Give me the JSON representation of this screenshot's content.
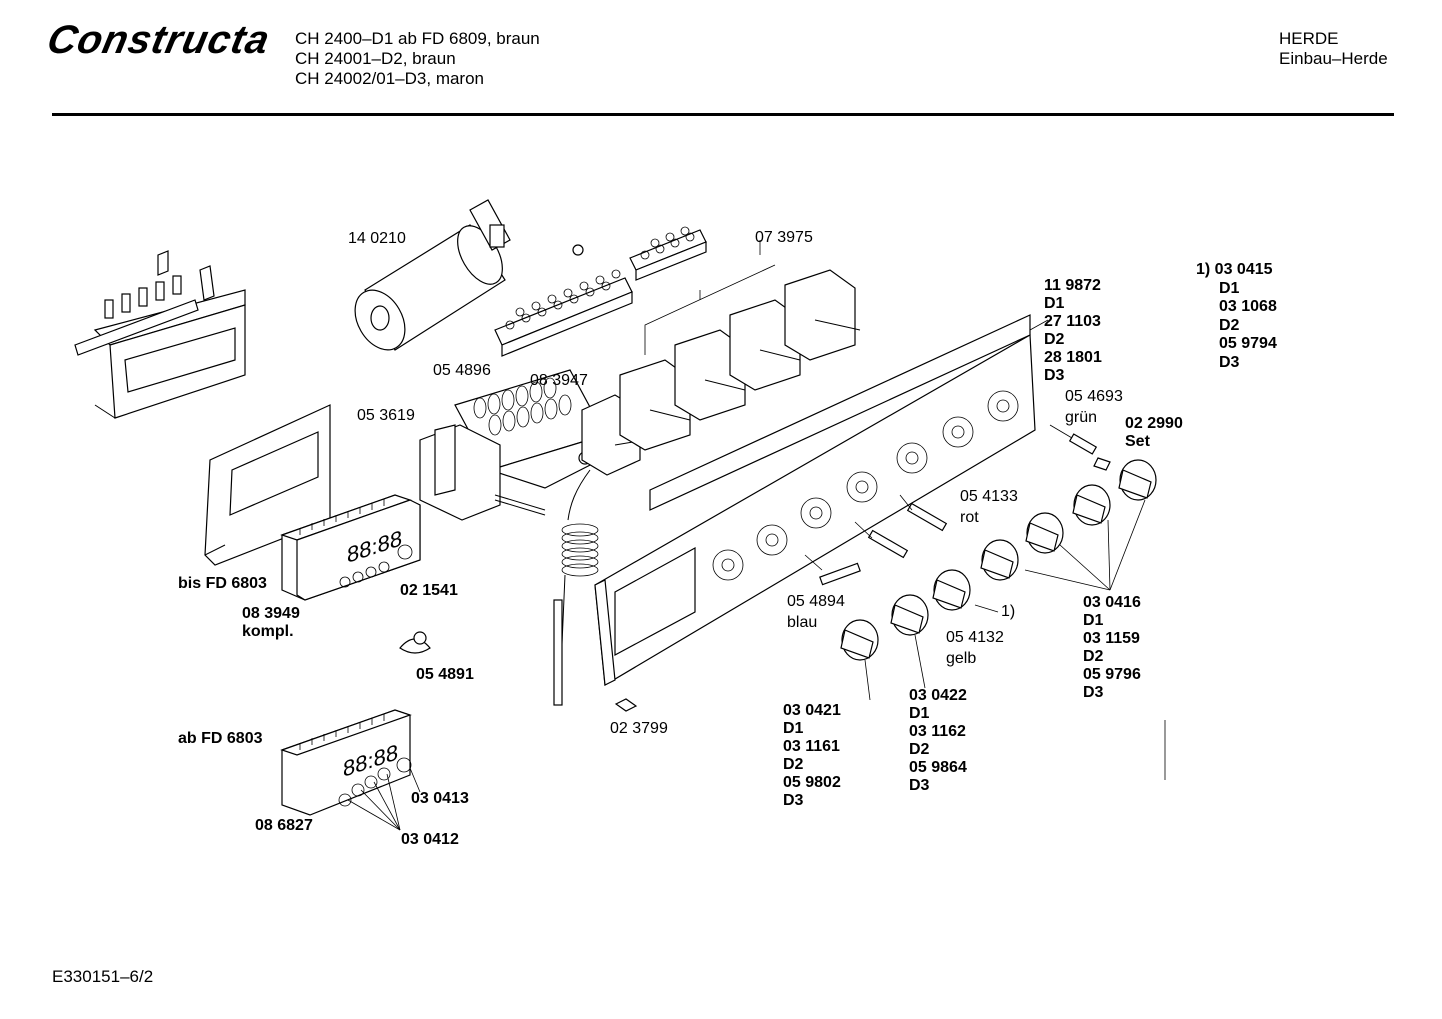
{
  "header": {
    "brand": "Constructa",
    "models": [
      "CH 2400–D1 ab FD 6809, braun",
      "CH 24001–D2, braun",
      "CH 24002/01–D3, maron"
    ],
    "category": "HERDE",
    "subcategory": "Einbau–Herde"
  },
  "footer": {
    "code": "E330151–6/2"
  },
  "labels": {
    "l140210": "14 0210",
    "l073975": "07 3975",
    "l054896": "05 4896",
    "l083947": "08 3947",
    "l053619": "05 3619",
    "l119872": [
      "11 9872",
      "D1",
      "27 1103",
      "D2",
      "28 1801",
      "D3"
    ],
    "note1": [
      "1)  03 0415",
      "D1",
      "03 1068",
      "D2",
      "05 9794",
      "D3"
    ],
    "l054693": "05 4693",
    "gruen": "grün",
    "l022990": [
      "02 2990",
      "Set"
    ],
    "l054133": "05 4133",
    "rot": "rot",
    "bisFD": "bis FD 6803",
    "l083949": [
      "08 3949",
      "kompl."
    ],
    "l021541": "02 1541",
    "l054891": "05 4891",
    "l054894": "05 4894",
    "blau": "blau",
    "l054132": "05 4132",
    "gelb": "gelb",
    "mark1": "1)",
    "l030416": [
      "03 0416",
      "D1",
      "03 1159",
      "D2",
      "05 9796",
      "D3"
    ],
    "l023799": "02 3799",
    "l030421": [
      "03 0421",
      "D1",
      "03 1161",
      "D2",
      "05 9802",
      "D3"
    ],
    "l030422": [
      "03 0422",
      "D1",
      "03 1162",
      "D2",
      "05 9864",
      "D3"
    ],
    "abFD": "ab FD 6803",
    "l030413": "03 0413",
    "l086827": "08 6827",
    "l030412": "03 0412",
    "display": "88:88"
  }
}
